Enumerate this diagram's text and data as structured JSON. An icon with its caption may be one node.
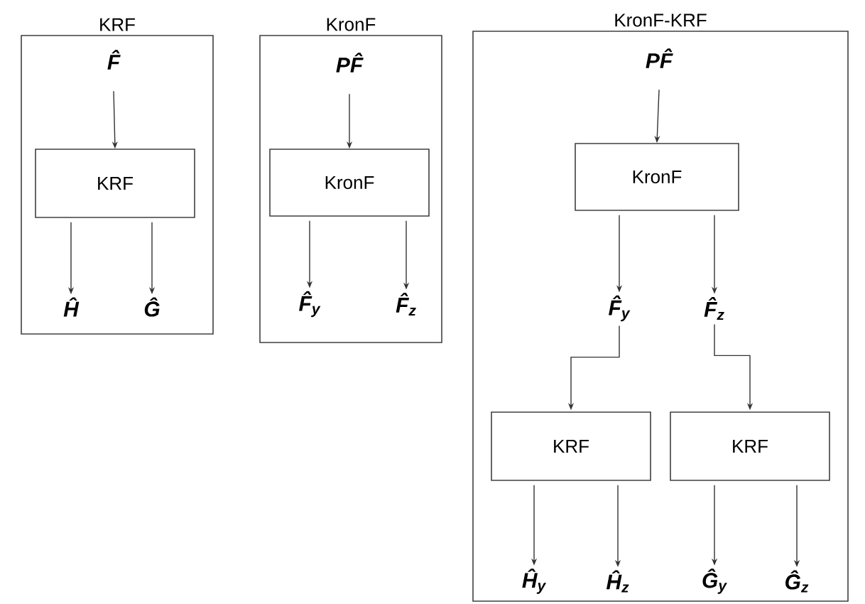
{
  "diagram": {
    "nodes": [
      {
        "text": [
          "KRF"
        ]
      },
      {
        "text": [
          "F̂"
        ],
        "in": 0
      },
      {
        "text": [
          "KRF"
        ],
        "in": 0
      },
      {
        "text": [
          "Ĥ"
        ],
        "in": 0
      },
      {
        "text": [
          "Ĝ"
        ],
        "in": 0
      },
      {
        "text": [
          "KronF"
        ]
      },
      {
        "text": [
          "PF̂"
        ],
        "in": 5
      },
      {
        "text": [
          "KronF"
        ],
        "in": 5
      },
      {
        "text": [
          "F̂$_{y}$"
        ],
        "in": 5
      },
      {
        "text": [
          "F̂$_{z}$"
        ],
        "in": 5
      },
      {
        "text": [
          "KronF-KRF"
        ]
      },
      {
        "text": [
          "PF̂"
        ],
        "in": 10
      },
      {
        "text": [
          "KronF"
        ],
        "in": 10
      },
      {
        "text": [
          "F̂$_{y}$"
        ],
        "in": 10
      },
      {
        "text": [
          "F̂$_{z}$"
        ],
        "in": 10
      },
      {
        "text": [
          "KRF"
        ],
        "in": 10
      },
      {
        "text": [
          "KRF"
        ],
        "in": 10
      },
      {
        "text": [
          "Ĥ$_{y}$"
        ],
        "in": 10
      },
      {
        "text": [
          "Ĥ$_{z}$"
        ],
        "in": 10
      },
      {
        "text": [
          "Ĝ$_{y}$"
        ],
        "in": 10
      },
      {
        "text": [
          "Ĝ$_{z}$"
        ],
        "in": 10
      }
    ],
    "edges": [
      {
        "from": 1,
        "to": 2,
        "arrow": "to"
      },
      {
        "from": 2,
        "to": 3,
        "arrow": "to"
      },
      {
        "from": 2,
        "to": 4,
        "arrow": "to"
      },
      {
        "from": 6,
        "to": 7,
        "arrow": "to"
      },
      {
        "from": 7,
        "to": 8,
        "arrow": "to"
      },
      {
        "from": 7,
        "to": 9,
        "arrow": "to"
      },
      {
        "from": 11,
        "to": 12,
        "arrow": "to"
      },
      {
        "from": 12,
        "to": 13,
        "arrow": "to"
      },
      {
        "from": 12,
        "to": 14,
        "arrow": "to"
      },
      {
        "from": 13,
        "to": 15,
        "arrow": "to"
      },
      {
        "from": 14,
        "to": 16,
        "arrow": "to"
      },
      {
        "from": 15,
        "to": 17,
        "arrow": "to"
      },
      {
        "from": 15,
        "to": 18,
        "arrow": "to"
      },
      {
        "from": 16,
        "to": 19,
        "arrow": "to"
      },
      {
        "from": 16,
        "to": 20,
        "arrow": "to"
      }
    ]
  }
}
